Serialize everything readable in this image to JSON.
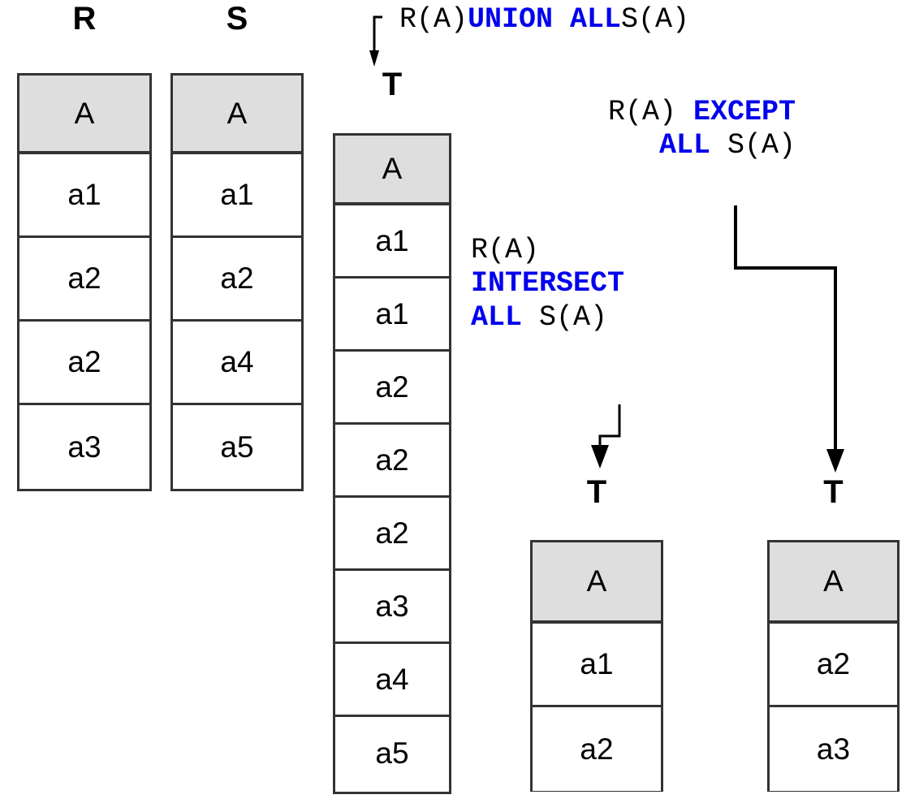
{
  "diagram": {
    "title_note": "SQL multiset set-operations on relations R and S producing T",
    "accent_keyword_color": "#0000ee",
    "header_fill": "#dedede",
    "border_color": "#333333"
  },
  "tables": {
    "r": {
      "name": "R",
      "column": "A",
      "rows": [
        "a1",
        "a2",
        "a2",
        "a3"
      ]
    },
    "s": {
      "name": "S",
      "column": "A",
      "rows": [
        "a1",
        "a2",
        "a4",
        "a5"
      ]
    },
    "t_union": {
      "name": "T",
      "column": "A",
      "rows": [
        "a1",
        "a1",
        "a2",
        "a2",
        "a2",
        "a3",
        "a4",
        "a5"
      ]
    },
    "t_intersect": {
      "name": "T",
      "column": "A",
      "rows": [
        "a1",
        "a2"
      ]
    },
    "t_except": {
      "name": "T",
      "column": "A",
      "rows": [
        "a2",
        "a3"
      ]
    }
  },
  "expressions": {
    "union": {
      "line1_plain_a": "R(A)",
      "line1_keyword": "UNION ALL",
      "line1_plain_b": "S(A)"
    },
    "except": {
      "line1_plain_a": "R(A)",
      "line1_keyword": "EXCEPT",
      "line2_keyword": "ALL",
      "line2_plain_b": "S(A)"
    },
    "intersect": {
      "line1_plain_a": "R(A)",
      "line2_keyword": "INTERSECT",
      "line3_keyword": "ALL",
      "line3_plain_b": "S(A)"
    }
  },
  "connectors": {
    "union_arrow": "arrow-to-t-union",
    "intersect_arrow": "arrow-to-t-intersect",
    "except_arrow": "arrow-to-t-except"
  }
}
